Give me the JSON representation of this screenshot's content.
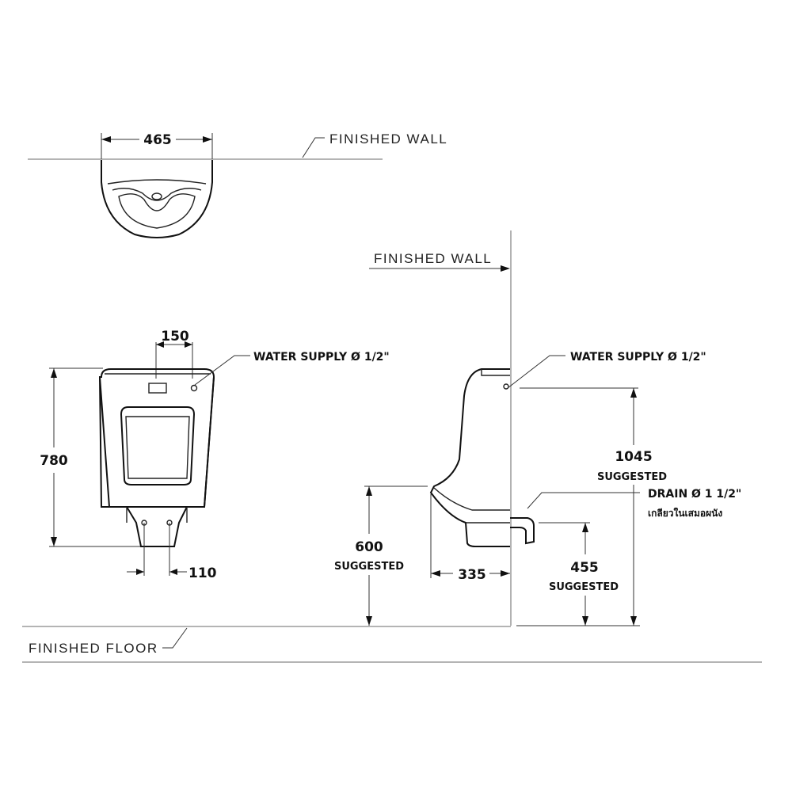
{
  "labels": {
    "finished_wall_top": "FINISHED  WALL",
    "finished_wall_side": "FINISHED  WALL",
    "finished_floor": "FINISHED  FLOOR",
    "water_supply_front": "WATER SUPPLY Ø 1/2\"",
    "water_supply_side": "WATER SUPPLY Ø 1/2\"",
    "drain": "DRAIN Ø 1 1/2\"",
    "drain_thai": "เกลียวในเสมอผนัง"
  },
  "dimensions": {
    "width_top": "465",
    "inlet_spacing": "150",
    "height_total": "780",
    "outlet_spacing": "110",
    "rim_height": "600",
    "rim_height_note": "SUGGESTED",
    "projection": "335",
    "drain_height": "455",
    "drain_height_note": "SUGGESTED",
    "supply_height": "1045",
    "supply_height_note": "SUGGESTED"
  }
}
